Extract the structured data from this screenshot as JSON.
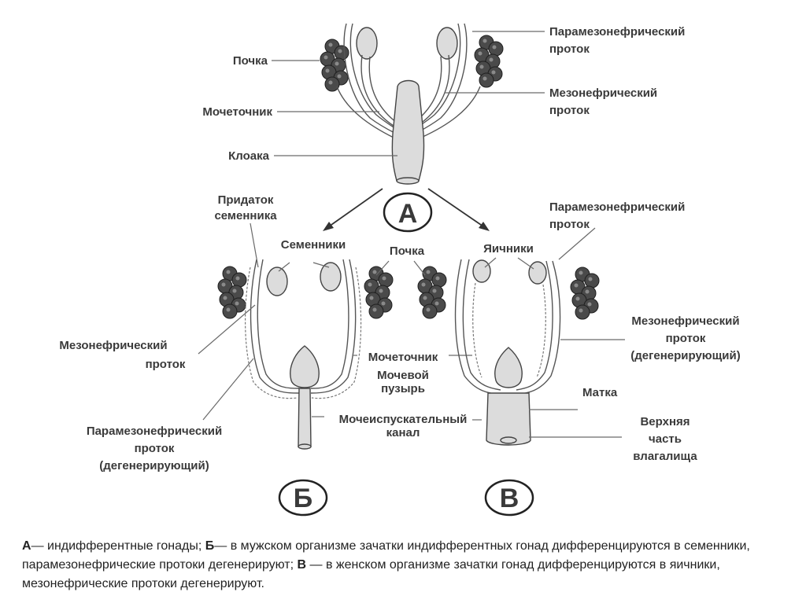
{
  "diagram": {
    "stage_a": {
      "letter": "А",
      "labels": {
        "kidney": "Почка",
        "ureter": "Мочеточник",
        "cloaca": "Клоака",
        "paramesonephric_1": "Парамезонефрический",
        "paramesonephric_2": "проток",
        "mesonephric_1": "Мезонефрический",
        "mesonephric_2": "проток"
      }
    },
    "stage_b": {
      "letter": "Б",
      "labels": {
        "epididymis_1": "Придаток",
        "epididymis_2": "семенника",
        "testes": "Семенники",
        "mesonephric_1": "Мезонефрический",
        "mesonephric_2": "проток",
        "paramesonephric_1": "Парамезонефрический",
        "paramesonephric_2": "проток",
        "paramesonephric_3": "(дегенерирующий)"
      }
    },
    "center": {
      "kidney": "Почка",
      "ureter": "Мочеточник",
      "bladder_1": "Мочевой",
      "bladder_2": "пузырь",
      "urethra_1": "Мочеиспускательный",
      "urethra_2": "канал"
    },
    "stage_c": {
      "letter": "В",
      "labels": {
        "ovaries": "Яичники",
        "paramesonephric_1": "Парамезонефрический",
        "paramesonephric_2": "проток",
        "mesonephric_1": "Мезонефрический",
        "mesonephric_2": "проток",
        "mesonephric_3": "(дегенерирующий)",
        "uterus": "Матка",
        "vagina_1": "Верхняя",
        "vagina_2": "часть",
        "vagina_3": "влагалища"
      }
    }
  },
  "caption": {
    "a_key": "А",
    "a_text": "— индифферентные гонады; ",
    "b_key": "Б",
    "b_text": "— в мужском организме зачатки индифферентных гонад дифференцируются в семенники, парамезонефрические протоки дегенерируют; ",
    "c_key": "В",
    "c_text": " — в женском организме зачатки гонад дифференцируются в яичники, мезонефрические протоки дегенерируют."
  }
}
